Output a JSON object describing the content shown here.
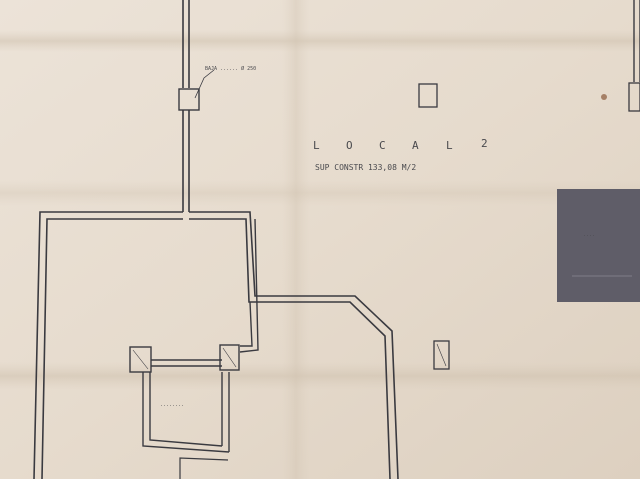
{
  "plan": {
    "title_letters": [
      "L",
      "O",
      "C",
      "A",
      "L",
      "2"
    ],
    "surface_label": "SUP CONSTR 133,08 M/2",
    "pipe_note": "BAJA ...... Ø 250",
    "room_label": "........"
  },
  "colors": {
    "paper": "#e8ddd0",
    "ink": "#3a3a40",
    "dark_block": "#5f5d68"
  }
}
